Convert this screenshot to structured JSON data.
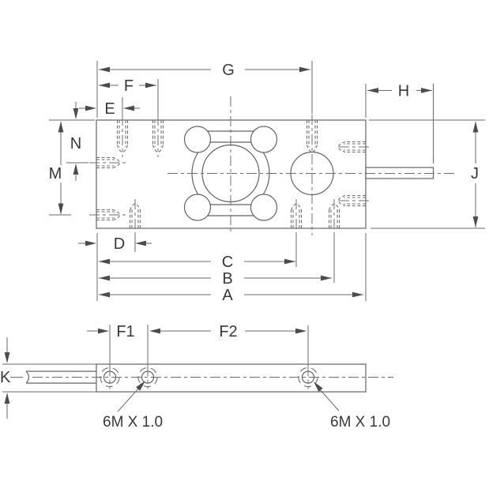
{
  "drawing": {
    "labels": {
      "A": "A",
      "B": "B",
      "C": "C",
      "D": "D",
      "E": "E",
      "F": "F",
      "G": "G",
      "H": "H",
      "J": "J",
      "K": "K",
      "M": "M",
      "N": "N",
      "F1": "F1",
      "F2": "F2"
    },
    "callouts": {
      "thread_left": "6M X 1.0",
      "thread_right": "6M X 1.0"
    },
    "colors": {
      "line": "#636363",
      "text": "#383838",
      "background": "#ffffff"
    }
  }
}
